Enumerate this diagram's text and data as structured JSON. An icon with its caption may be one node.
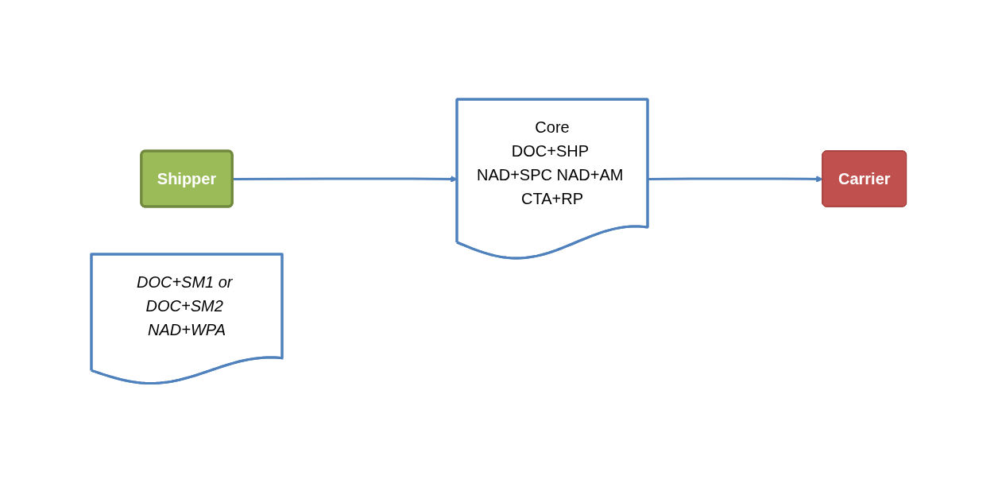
{
  "diagram": {
    "nodes": [
      {
        "text": [
          "Shipper"
        ]
      },
      {
        "text": [
          "Core",
          "DOC+SHP NAD+SPC NAD+AM CTA+RP"
        ]
      },
      {
        "text": [
          "DOC+SM1 or DOC+SM2 NAD+WPA"
        ]
      },
      {
        "text": [
          "Carrier"
        ]
      }
    ],
    "edges": [
      {
        "from": 0,
        "to": 1,
        "arrow": "to"
      },
      {
        "from": 1,
        "to": 3,
        "arrow": "to"
      }
    ]
  }
}
